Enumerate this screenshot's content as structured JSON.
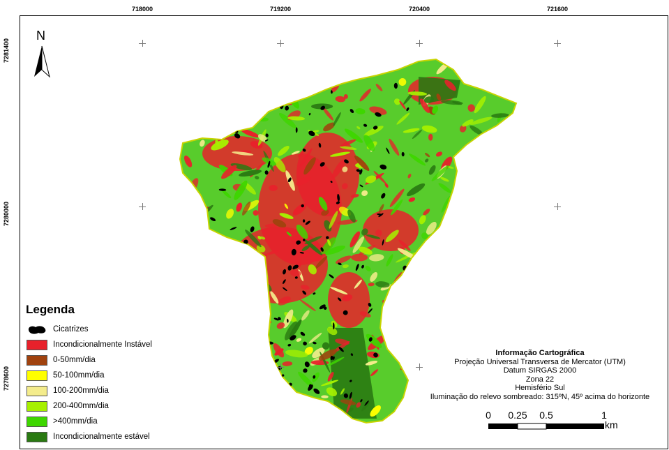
{
  "grid": {
    "x_labels": [
      "718000",
      "719200",
      "720400",
      "721600"
    ],
    "y_labels": [
      "7281400",
      "7280000",
      "7278600"
    ]
  },
  "north": {
    "label": "N"
  },
  "legend": {
    "title": "Legenda",
    "items": [
      {
        "label": "Cicatrizes",
        "color": "#000000"
      },
      {
        "label": "Incondicionalmente Instável",
        "color": "#e8212b"
      },
      {
        "label": "0-50mm/dia",
        "color": "#a0420e"
      },
      {
        "label": "50-100mm/dia",
        "color": "#ffff00"
      },
      {
        "label": "100-200mm/dia",
        "color": "#f4ec8c"
      },
      {
        "label": "200-400mm/dia",
        "color": "#a6f000"
      },
      {
        "label": ">400mm/dia",
        "color": "#3ed600"
      },
      {
        "label": "Incondicionalmente estável",
        "color": "#2a7a12"
      }
    ]
  },
  "info": {
    "title": "Informação Cartográfica",
    "lines": [
      "Projeção Universal Transversa de Mercator (UTM)",
      "Datum SIRGAS 2000",
      "Zona 22",
      "Hemisfério Sul",
      "Iluminação do relevo sombreado: 315ºN, 45º acima do horizonte"
    ]
  },
  "scale": {
    "labels": [
      "0",
      "0.25",
      "0.5",
      "1"
    ],
    "unit": "km"
  }
}
